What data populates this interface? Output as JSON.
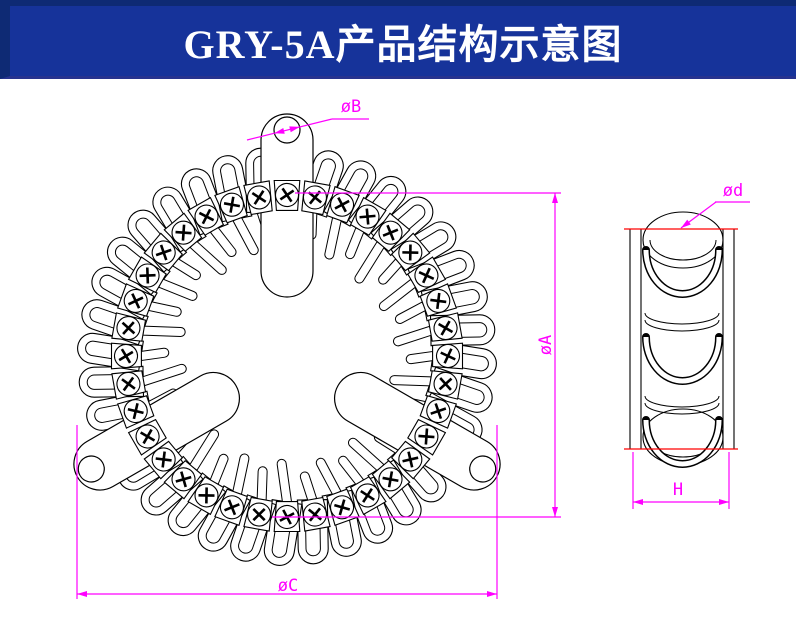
{
  "header": {
    "title": "GRY-5A产品结构示意图",
    "background": "#16339a",
    "edge_dark": "#0e2a74",
    "bottom_line": "#27338f",
    "text_color": "#ffffff"
  },
  "figure": {
    "type": "engineering-drawing",
    "views": {
      "front": {
        "loops": 36,
        "clamp_blocks": 36,
        "screws": 36,
        "mounting_lugs": 3
      },
      "side": {
        "coil_rows": 3,
        "datum_lines": 2
      }
    },
    "dimensions": {
      "a": "øA",
      "b": "øB",
      "c": "øC",
      "d": "ød",
      "h": "H"
    },
    "colors": {
      "dimension": "#ff00ff",
      "datum": "#ff0000",
      "outline": "#000000",
      "background": "#ffffff"
    }
  }
}
